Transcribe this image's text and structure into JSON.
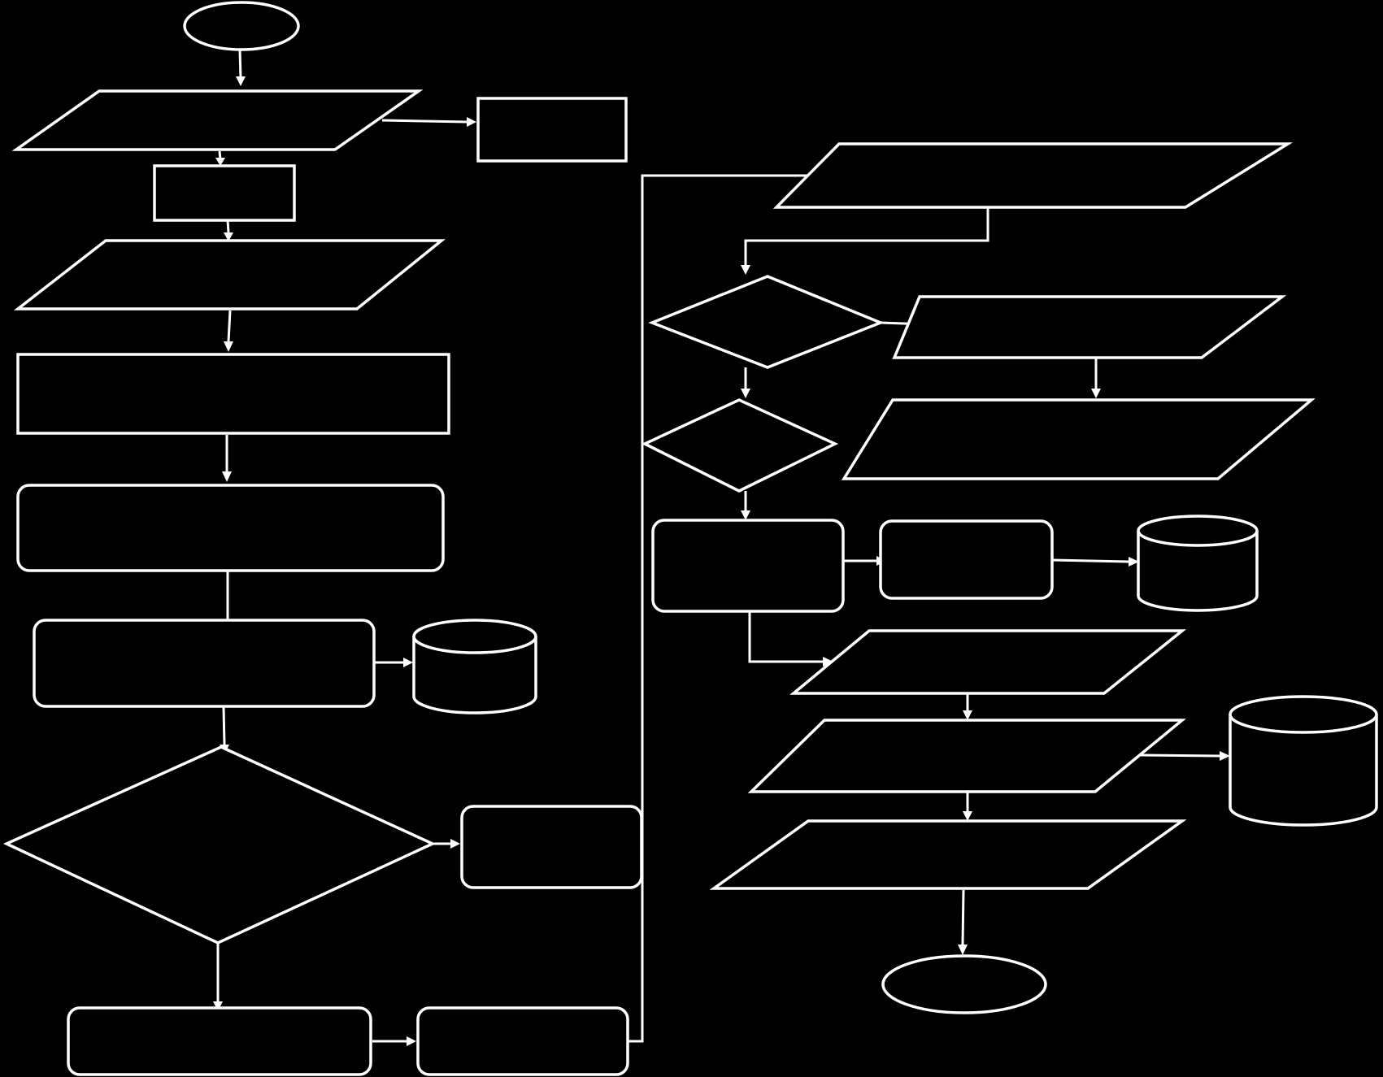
{
  "diagram": {
    "type": "flowchart",
    "colors": {
      "background": "#000000",
      "stroke": "#ffffff"
    },
    "labels": "none visible",
    "nodes": [
      {
        "id": "n1",
        "shape": "terminator"
      },
      {
        "id": "n2",
        "shape": "data"
      },
      {
        "id": "n3",
        "shape": "process"
      },
      {
        "id": "n4",
        "shape": "process"
      },
      {
        "id": "n5",
        "shape": "data"
      },
      {
        "id": "n6",
        "shape": "process"
      },
      {
        "id": "n7",
        "shape": "rounded-process"
      },
      {
        "id": "n8",
        "shape": "rounded-process"
      },
      {
        "id": "n9",
        "shape": "database"
      },
      {
        "id": "n10",
        "shape": "decision"
      },
      {
        "id": "n11",
        "shape": "rounded-process"
      },
      {
        "id": "n12",
        "shape": "rounded-process"
      },
      {
        "id": "n13",
        "shape": "rounded-process"
      },
      {
        "id": "n14",
        "shape": "data"
      },
      {
        "id": "n15",
        "shape": "decision"
      },
      {
        "id": "n16",
        "shape": "data"
      },
      {
        "id": "n17",
        "shape": "data"
      },
      {
        "id": "n18",
        "shape": "decision"
      },
      {
        "id": "n19",
        "shape": "rounded-process"
      },
      {
        "id": "n20",
        "shape": "rounded-process"
      },
      {
        "id": "n21",
        "shape": "database"
      },
      {
        "id": "n22",
        "shape": "data"
      },
      {
        "id": "n23",
        "shape": "data"
      },
      {
        "id": "n24",
        "shape": "database"
      },
      {
        "id": "n25",
        "shape": "data"
      },
      {
        "id": "n26",
        "shape": "terminator"
      }
    ],
    "edges": [
      {
        "from": "n1",
        "to": "n2"
      },
      {
        "from": "n2",
        "to": "n3"
      },
      {
        "from": "n2",
        "to": "n4"
      },
      {
        "from": "n4",
        "to": "n5"
      },
      {
        "from": "n5",
        "to": "n6"
      },
      {
        "from": "n6",
        "to": "n7"
      },
      {
        "from": "n7",
        "to": "n8"
      },
      {
        "from": "n8",
        "to": "n9"
      },
      {
        "from": "n8",
        "to": "n10"
      },
      {
        "from": "n10",
        "to": "n11"
      },
      {
        "from": "n10",
        "to": "n12"
      },
      {
        "from": "n12",
        "to": "n13"
      },
      {
        "from": "n13",
        "to": "n14"
      },
      {
        "from": "n14",
        "to": "n15"
      },
      {
        "from": "n15",
        "to": "n16"
      },
      {
        "from": "n16",
        "to": "n17"
      },
      {
        "from": "n15",
        "to": "n18"
      },
      {
        "from": "n18",
        "to": "n19"
      },
      {
        "from": "n19",
        "to": "n20"
      },
      {
        "from": "n20",
        "to": "n21"
      },
      {
        "from": "n19",
        "to": "n22"
      },
      {
        "from": "n22",
        "to": "n23"
      },
      {
        "from": "n23",
        "to": "n24"
      },
      {
        "from": "n23",
        "to": "n25"
      },
      {
        "from": "n25",
        "to": "n26"
      }
    ]
  }
}
